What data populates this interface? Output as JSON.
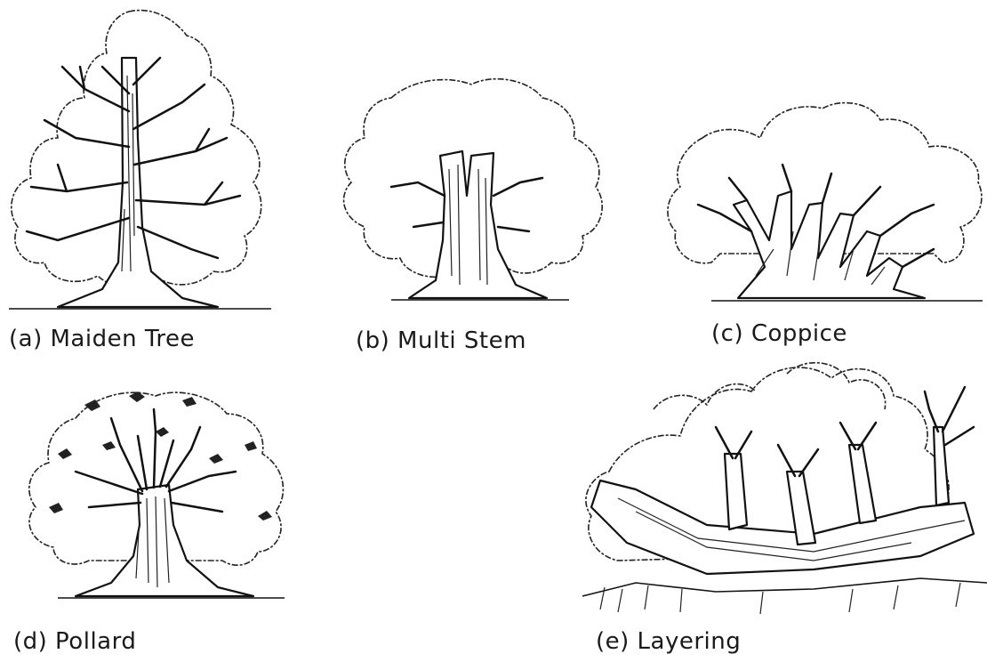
{
  "figures": [
    {
      "id": "a",
      "caption": "(a) Maiden Tree"
    },
    {
      "id": "b",
      "caption": "(b) Multi Stem"
    },
    {
      "id": "c",
      "caption": "(c) Coppice"
    },
    {
      "id": "d",
      "caption": "(d) Pollard"
    },
    {
      "id": "e",
      "caption": "(e) Layering"
    }
  ]
}
